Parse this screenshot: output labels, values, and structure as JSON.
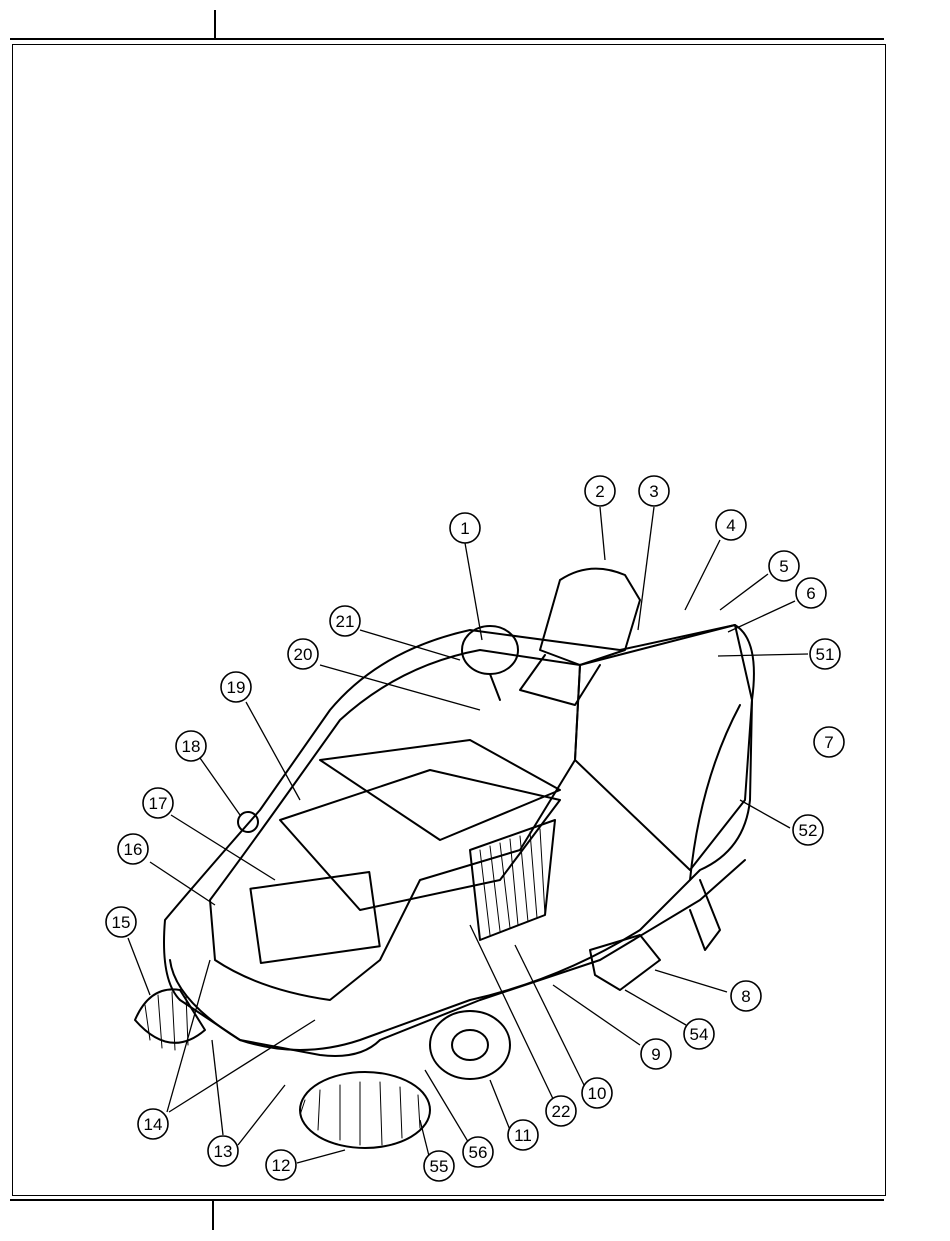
{
  "header": {
    "left_cell": "",
    "right_cell": ""
  },
  "footer": {
    "left_cell": "",
    "right_cell": ""
  },
  "callouts": [
    "1",
    "2",
    "3",
    "4",
    "5",
    "6",
    "51",
    "7",
    "52",
    "8",
    "54",
    "9",
    "10",
    "22",
    "11",
    "56",
    "55",
    "12",
    "13",
    "14",
    "15",
    "16",
    "17",
    "18",
    "19",
    "20",
    "21"
  ]
}
